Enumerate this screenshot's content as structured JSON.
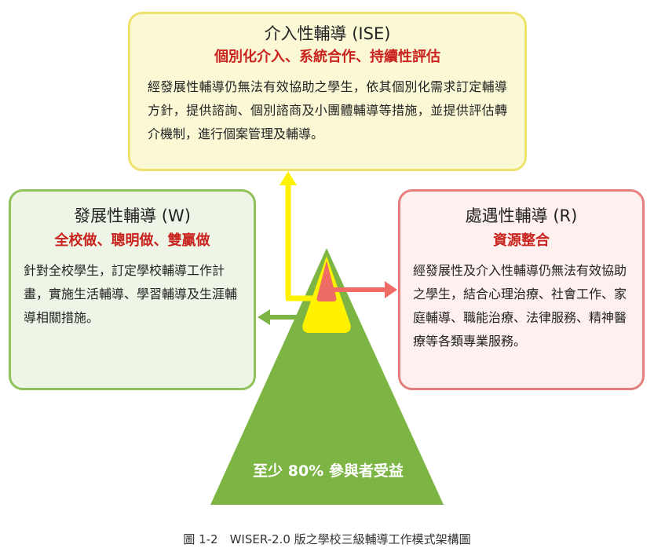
{
  "ise": {
    "title": "介入性輔導 (ISE)",
    "subtitle": "個別化介入、系統合作、持續性評估",
    "description": "經發展性輔導仍無法有效協助之學生，依其個別化需求訂定輔導方針，提供諮詢、個別諮商及小團體輔導等措施，並提供評估轉介機制，進行個案管理及輔導。"
  },
  "w": {
    "title": "發展性輔導 (W)",
    "subtitle": "全校做、聰明做、雙贏做",
    "description": "針對全校學生，訂定學校輔導工作計畫，實施生活輔導、學習輔導及生涯輔導相關措施。"
  },
  "r": {
    "title": "處遇性輔導 (R)",
    "subtitle": "資源整合",
    "description": "經發展性及介入性輔導仍無法有效協助之學生，結合心理治療、社會工作、家庭輔導、職能治療、法律服務、精神醫療等各類專業服務。"
  },
  "pyramid": {
    "label": "至少 80% 參與者受益"
  },
  "caption": "圖 1-2　WISER-2.0 版之學校三級輔導工作模式架構圖",
  "colors": {
    "green": "#7cb544",
    "yellow": "#fff200",
    "red": "#ef6b66",
    "title_red": "#c8231e",
    "ise_border": "#ede36a",
    "w_border": "#8fc35a",
    "r_border": "#e67e7e"
  }
}
